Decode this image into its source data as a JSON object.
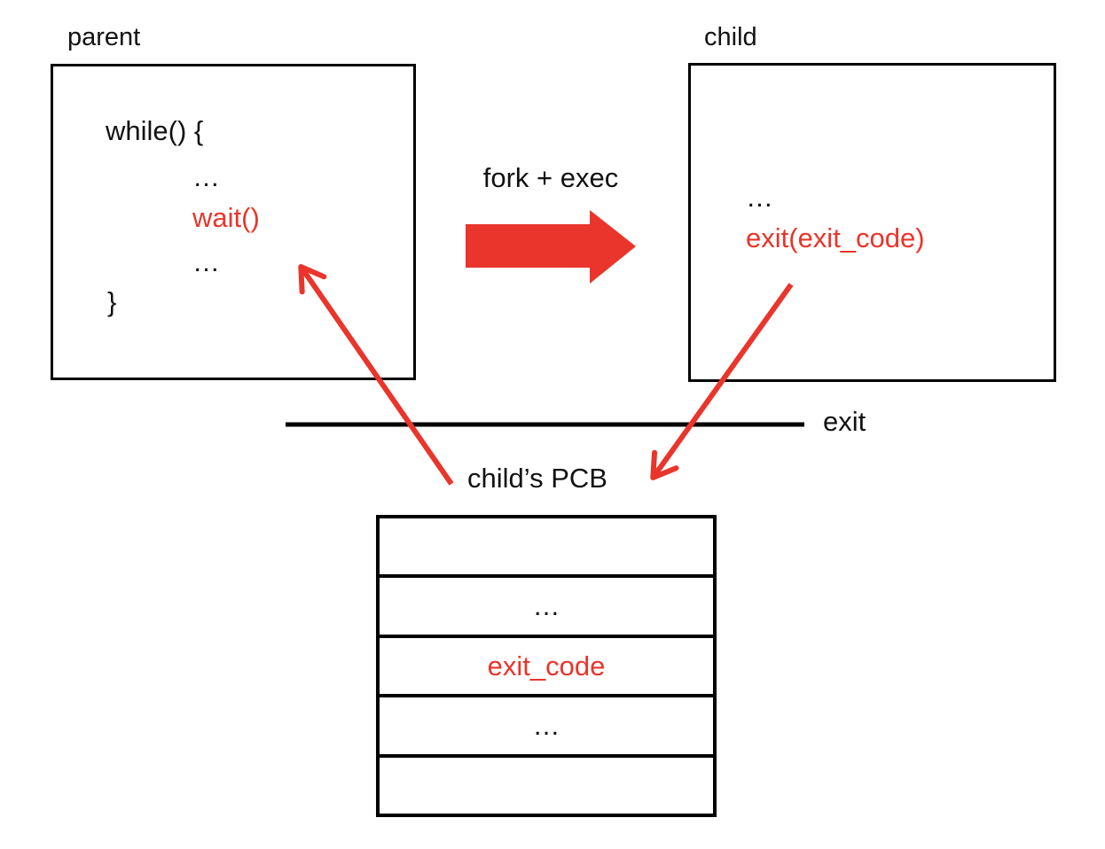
{
  "parent_box": {
    "label": "parent",
    "code": {
      "line1": "while() {",
      "line2": "…",
      "line3": "wait()",
      "line4": "…",
      "line5": "}"
    }
  },
  "fork_arrow": {
    "label": "fork + exec"
  },
  "child_box": {
    "label": "child",
    "code": {
      "line1": "…",
      "line2": "exit(exit_code)"
    }
  },
  "exit_boundary": {
    "label": "exit"
  },
  "pcb": {
    "label": "child’s PCB",
    "rows": [
      "",
      "…",
      "exit_code",
      "…",
      ""
    ]
  },
  "colors": {
    "accent_red": "#e9352b",
    "line_black": "#000000",
    "background": "#ffffff"
  }
}
